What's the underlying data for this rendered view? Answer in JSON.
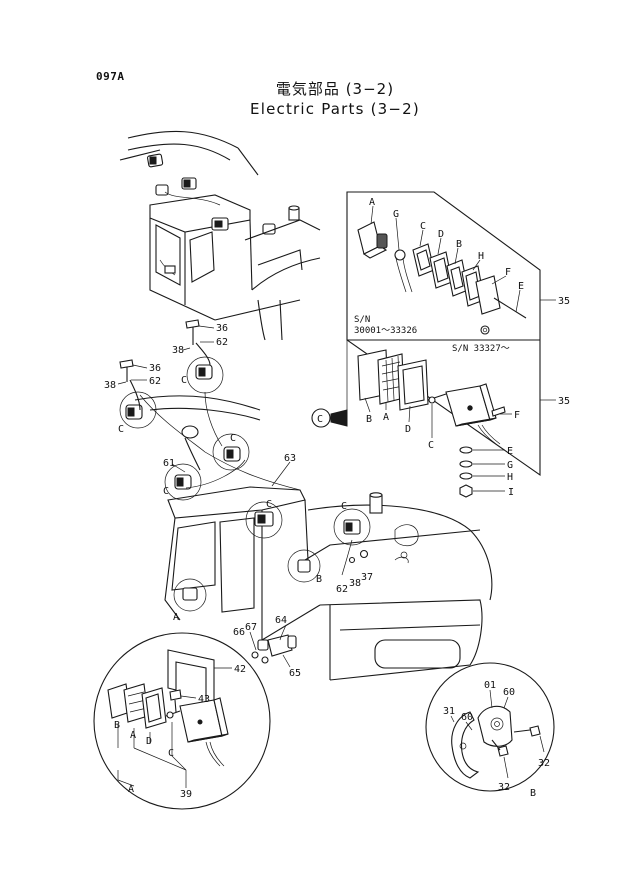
{
  "page_code": "097A",
  "title_ja": "電気部品 (3−2)",
  "title_en": "Electric Parts (3−2)",
  "serial_ranges": {
    "sn_label": "S/N",
    "range_old": "30001～33326",
    "range_new": "S/N 33327～"
  },
  "callouts": {
    "c35_top": "35",
    "c35_mid": "35",
    "c36_a": "36",
    "c62_a": "62",
    "c38_a": "38",
    "c36_b": "36",
    "c62_b": "62",
    "c38_b": "38",
    "c61": "61",
    "c63": "63",
    "c66": "66",
    "c67": "67",
    "c64": "64",
    "c65": "65",
    "c62_c": "62",
    "c38_c": "38",
    "c37": "37",
    "c42": "42",
    "c43": "43",
    "c39": "39",
    "c01": "01",
    "c60_a": "60",
    "c31": "31",
    "c60_b": "60",
    "c32_a": "32",
    "c32_b": "32"
  },
  "letters": {
    "top_A": "A",
    "top_G": "G",
    "top_C": "C",
    "top_D": "D",
    "top_B": "B",
    "top_H": "H",
    "top_F": "F",
    "top_E": "E",
    "mid_B": "B",
    "mid_A": "A",
    "mid_D": "D",
    "mid_C": "C",
    "mid_F": "F",
    "mid_E": "E",
    "mid_G": "G",
    "mid_H": "H",
    "mid_I": "I",
    "ref_C_circle": "C",
    "cab_C1": "C",
    "cab_C2": "C",
    "cab_C3": "C",
    "cab_C4": "C",
    "cab_C5": "C",
    "cab_C6": "C",
    "cab_B": "B",
    "cab_A": "A",
    "detA_B": "B",
    "detA_A": "A",
    "detA_D": "D",
    "detA_C": "C",
    "detA_label": "A",
    "detB_label": "B"
  }
}
